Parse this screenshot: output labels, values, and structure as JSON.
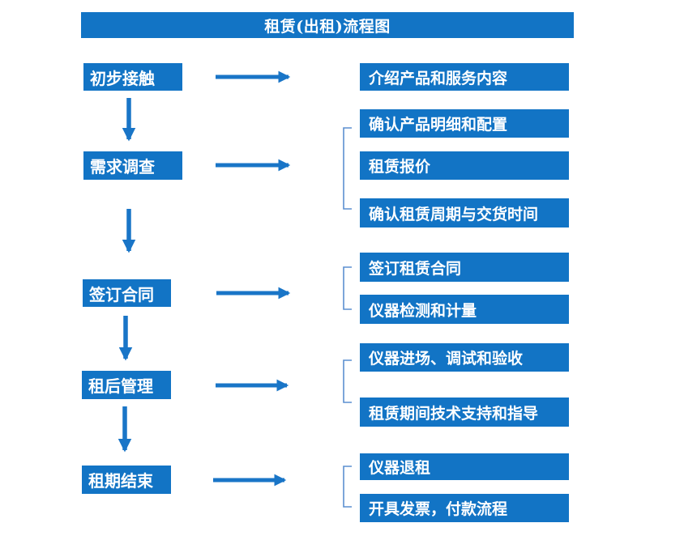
{
  "title": "租赁(出租)流程图",
  "colors": {
    "box": "#1274C5",
    "box_text": "#FFFFFF",
    "arrow": "#1975C7",
    "bracket": "#5B8FD0",
    "bg": "#FFFFFF"
  },
  "stages": [
    {
      "label": "初步接触"
    },
    {
      "label": "需求调查"
    },
    {
      "label": "签订合同"
    },
    {
      "label": "租后管理"
    },
    {
      "label": "租期结束"
    }
  ],
  "details": [
    {
      "label": "介绍产品和服务内容"
    },
    {
      "label": "确认产品明细和配置"
    },
    {
      "label": "租赁报价"
    },
    {
      "label": "确认租赁周期与交货时间"
    },
    {
      "label": "签订租赁合同"
    },
    {
      "label": "仪器检测和计量"
    },
    {
      "label": "仪器进场、调试和验收"
    },
    {
      "label": "租赁期间技术支持和指导"
    },
    {
      "label": "仪器退租"
    },
    {
      "label": "开具发票，付款流程"
    }
  ],
  "groups": [
    {
      "stage": "初步接触",
      "details": [
        "介绍产品和服务内容"
      ]
    },
    {
      "stage": "需求调查",
      "details": [
        "确认产品明细和配置",
        "租赁报价",
        "确认租赁周期与交货时间"
      ]
    },
    {
      "stage": "签订合同",
      "details": [
        "签订租赁合同",
        "仪器检测和计量"
      ]
    },
    {
      "stage": "租后管理",
      "details": [
        "仪器进场、调试和验收",
        "租赁期间技术支持和指导"
      ]
    },
    {
      "stage": "租期结束",
      "details": [
        "仪器退租",
        "开具发票，付款流程"
      ]
    }
  ]
}
